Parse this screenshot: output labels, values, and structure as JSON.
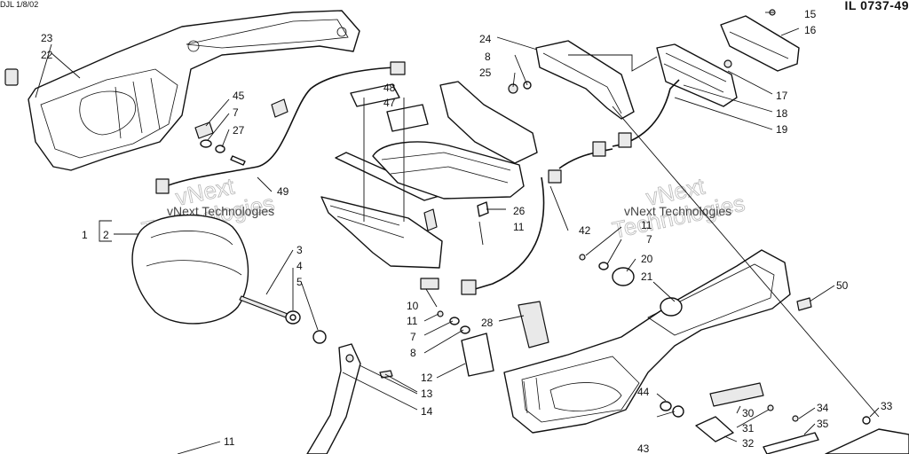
{
  "header": {
    "date_code": "DJL 1/8/02",
    "illustration_id": "IL 0737-49"
  },
  "watermark": {
    "brand_line_1": "vNext",
    "brand_line_2": "Technologies",
    "small_1": "vNext Technologies",
    "small_2": "vNext Technologies"
  },
  "callouts": {
    "c1": "1",
    "c2": "2",
    "c3": "3",
    "c4": "4",
    "c5": "5",
    "c7a": "7",
    "c7b": "7",
    "c7c": "7",
    "c8a": "8",
    "c8b": "8",
    "c10": "10",
    "c11a": "11",
    "c11b": "11",
    "c11c": "11",
    "c11d": "11",
    "c12": "12",
    "c13": "13",
    "c14": "14",
    "c15": "15",
    "c16": "16",
    "c17": "17",
    "c18": "18",
    "c19": "19",
    "c20": "20",
    "c21": "21",
    "c22": "22",
    "c23": "23",
    "c24": "24",
    "c25": "25",
    "c26": "26",
    "c27": "27",
    "c28": "28",
    "c30": "30",
    "c31": "31",
    "c32": "32",
    "c33": "33",
    "c34": "34",
    "c35": "35",
    "c42": "42",
    "c43": "43",
    "c44": "44",
    "c45": "45",
    "c47": "47",
    "c48": "48",
    "c49": "49",
    "c50": "50"
  }
}
